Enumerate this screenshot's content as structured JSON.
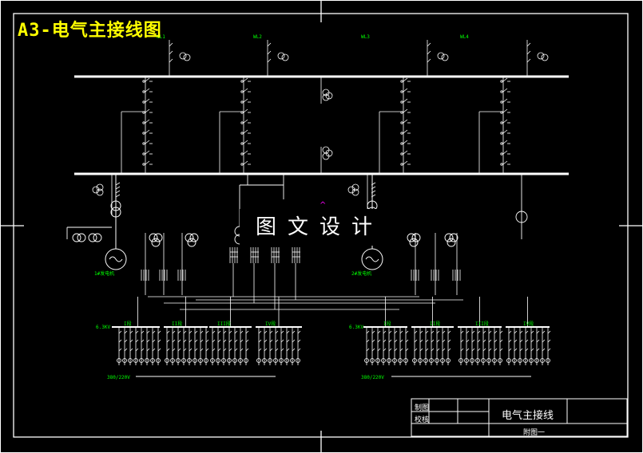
{
  "drawing_title": "A3-电气主接线图",
  "watermark": "图文设计",
  "title_block": {
    "drawing_name": "电气主接线",
    "row1_label": "制图",
    "row2_label": "校核",
    "sheet_label": "附图一"
  },
  "labels": {
    "line_1": "WL1",
    "line_2": "WL2",
    "line_3": "WL3",
    "line_4": "WL4",
    "gen_1": "1#发电机",
    "gen_2": "2#发电机",
    "bus_6kv_left": "6.3KV",
    "bus_6kv_right": "6.3KV",
    "low_voltage_left": "380/220V",
    "low_voltage_right": "380/220V",
    "seg_l1": "I段",
    "seg_l2": "II段",
    "seg_l3": "III段",
    "seg_l4": "IV段",
    "seg_r1": "I段",
    "seg_r2": "II段",
    "seg_r3": "III段",
    "seg_r4": "IV段"
  },
  "colors": {
    "background": "#000000",
    "line": "#ffffff",
    "title": "#ffff00",
    "label": "#00ff00",
    "accent": "#ff00ff"
  }
}
